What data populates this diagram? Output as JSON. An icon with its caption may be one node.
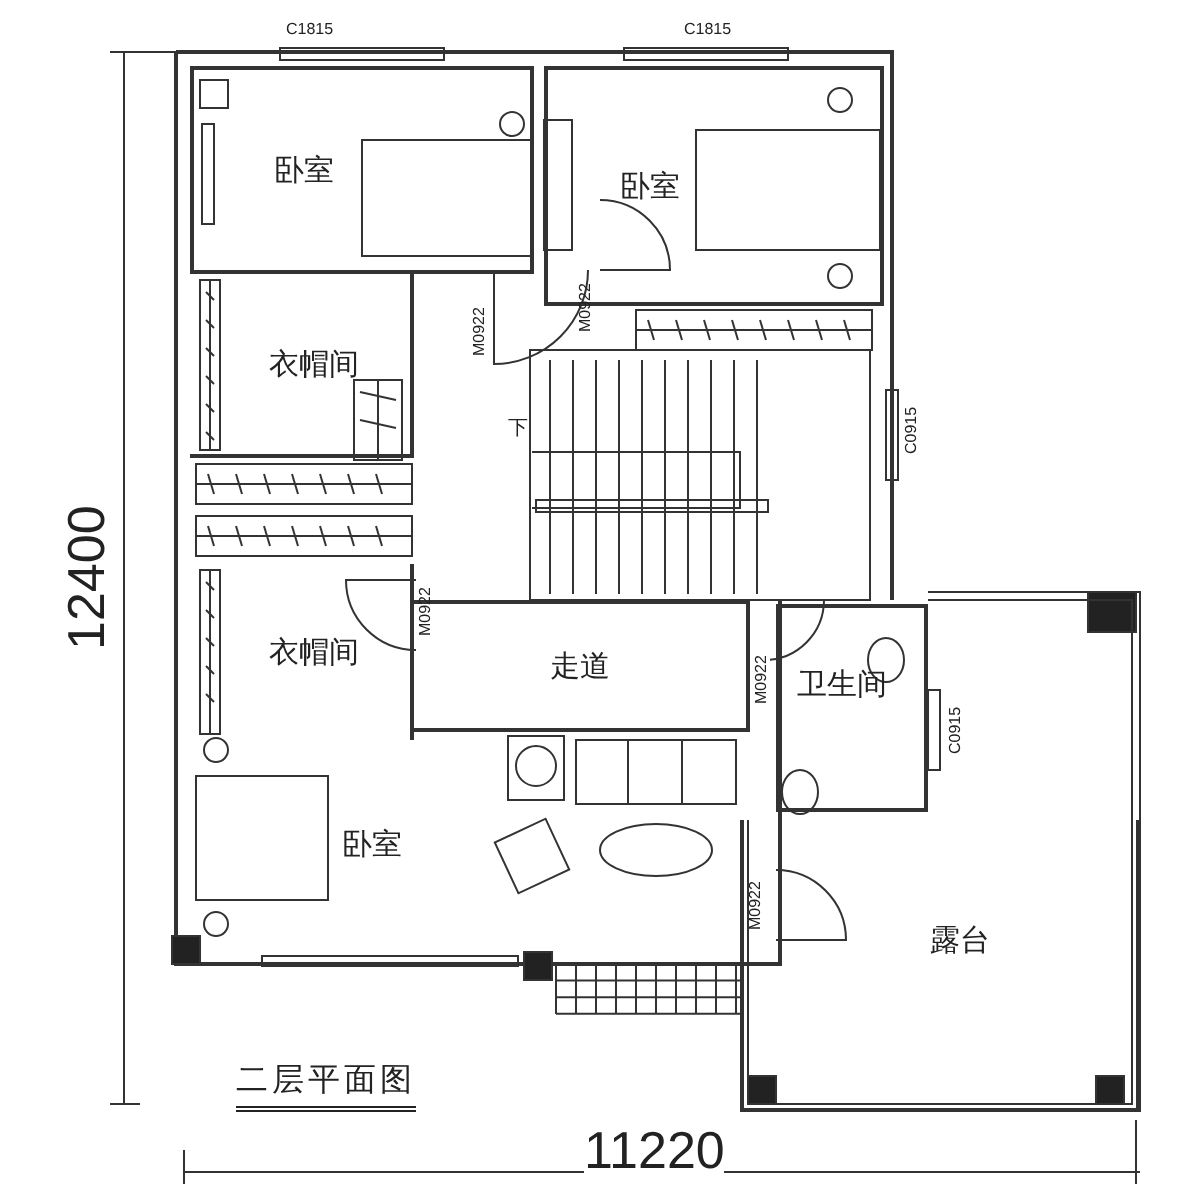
{
  "diagram": {
    "title": "二层平面图",
    "nodes": [
      {
        "text": [
          "卧室"
        ]
      },
      {
        "text": [
          "卧室"
        ]
      },
      {
        "text": [
          "衣帽间"
        ]
      },
      {
        "text": [
          "衣帽间"
        ]
      },
      {
        "text": [
          "走道"
        ]
      },
      {
        "text": [
          "卫生间"
        ]
      },
      {
        "text": [
          "卧室"
        ]
      },
      {
        "text": [
          "露台"
        ]
      }
    ],
    "labels": [
      "C1815",
      "C1815",
      "M0922",
      "M0922",
      "下",
      "C0915",
      "M0922",
      "M0922",
      "C0915",
      "M0922",
      "12400",
      "11220"
    ]
  }
}
